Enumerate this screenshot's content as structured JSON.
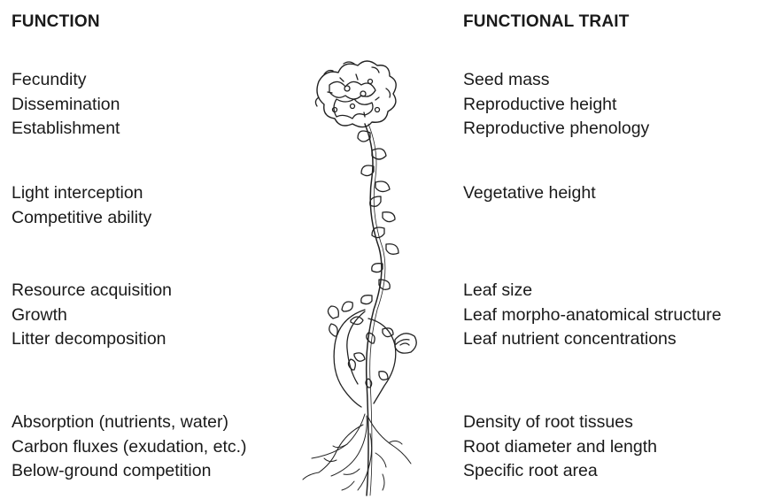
{
  "headers": {
    "function": "FUNCTION",
    "functional_trait": "FUNCTIONAL TRAIT"
  },
  "groups": [
    {
      "functions": [
        "Fecundity",
        "Dissemination",
        "Establishment"
      ],
      "traits": [
        "Seed mass",
        "Reproductive height",
        "Reproductive phenology"
      ]
    },
    {
      "functions": [
        "Light interception",
        "Competitive ability"
      ],
      "traits": [
        "Vegetative height"
      ]
    },
    {
      "functions": [
        "Resource acquisition",
        "Growth",
        "Litter decomposition"
      ],
      "traits": [
        "Leaf size",
        "Leaf morpho-anatomical structure",
        "Leaf nutrient concentrations"
      ]
    },
    {
      "functions": [
        "Absorption (nutrients, water)",
        "Carbon fluxes (exudation, etc.)",
        "Below-ground competition"
      ],
      "traits": [
        "Density of root tissues",
        "Root diameter and length",
        "Specific root area"
      ]
    }
  ],
  "illustration": "plant-drawing"
}
